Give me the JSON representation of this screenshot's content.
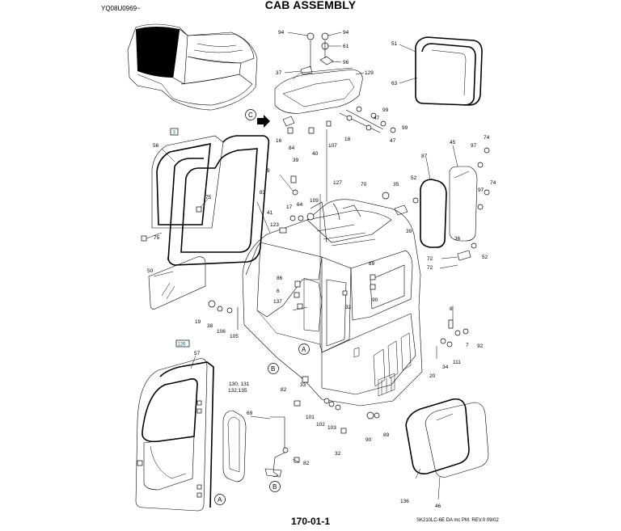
{
  "header": {
    "code": "YQ08U0969~",
    "title": "CAB ASSEMBLY"
  },
  "footer": {
    "page_number": "170-01-1",
    "reference": "SK210LC-6E DA mc PM.  REV.0 09/02"
  },
  "callouts": {
    "c_boxed_1": "3",
    "c_boxed_2": "126",
    "c_circle_c": "C",
    "c_circle_a1": "A",
    "c_circle_b1": "B",
    "c_circle_a2": "A",
    "c_circle_b2": "B",
    "p94a": "94",
    "p94b": "94",
    "p61": "61",
    "p96": "96",
    "p37": "37",
    "p129": "129",
    "p51": "51",
    "p63": "63",
    "p99a": "99",
    "p47a": "47",
    "p99b": "99",
    "p47b": "47",
    "p16": "16",
    "p84": "84",
    "p40": "40",
    "p107": "107",
    "p18": "18",
    "p56": "56",
    "p75a": "75",
    "p75b": "75",
    "p39a": "39",
    "p9": "9",
    "p83": "83",
    "p41": "41",
    "p17": "17",
    "p64": "64",
    "p109": "109",
    "p123": "123",
    "p127": "127",
    "p45": "45",
    "p97a": "97",
    "p74a": "74",
    "p87": "87",
    "p97b": "97",
    "p74b": "74",
    "p70": "70",
    "p35": "35",
    "p52a": "52",
    "p39b": "39",
    "p36": "36",
    "p52b": "52",
    "p72a": "72",
    "p72b": "72",
    "p50": "50",
    "p86": "86",
    "p6": "6",
    "p137": "137",
    "p89a": "89",
    "p90a": "90",
    "p32a": "32",
    "p19": "19",
    "p38": "38",
    "p106": "106",
    "p105": "105",
    "p8": "8",
    "p7": "7",
    "p92": "92",
    "p111": "111",
    "p34": "34",
    "p20": "20",
    "p57": "57",
    "p130": "130, 131",
    "p132": "132,135",
    "p33": "33",
    "p82a": "82",
    "p101": "101",
    "p102": "102",
    "p103": "103",
    "p69": "69",
    "p82b": "82",
    "p90b": "90",
    "p89b": "89",
    "p32b": "32",
    "p136": "136",
    "p46": "46"
  }
}
